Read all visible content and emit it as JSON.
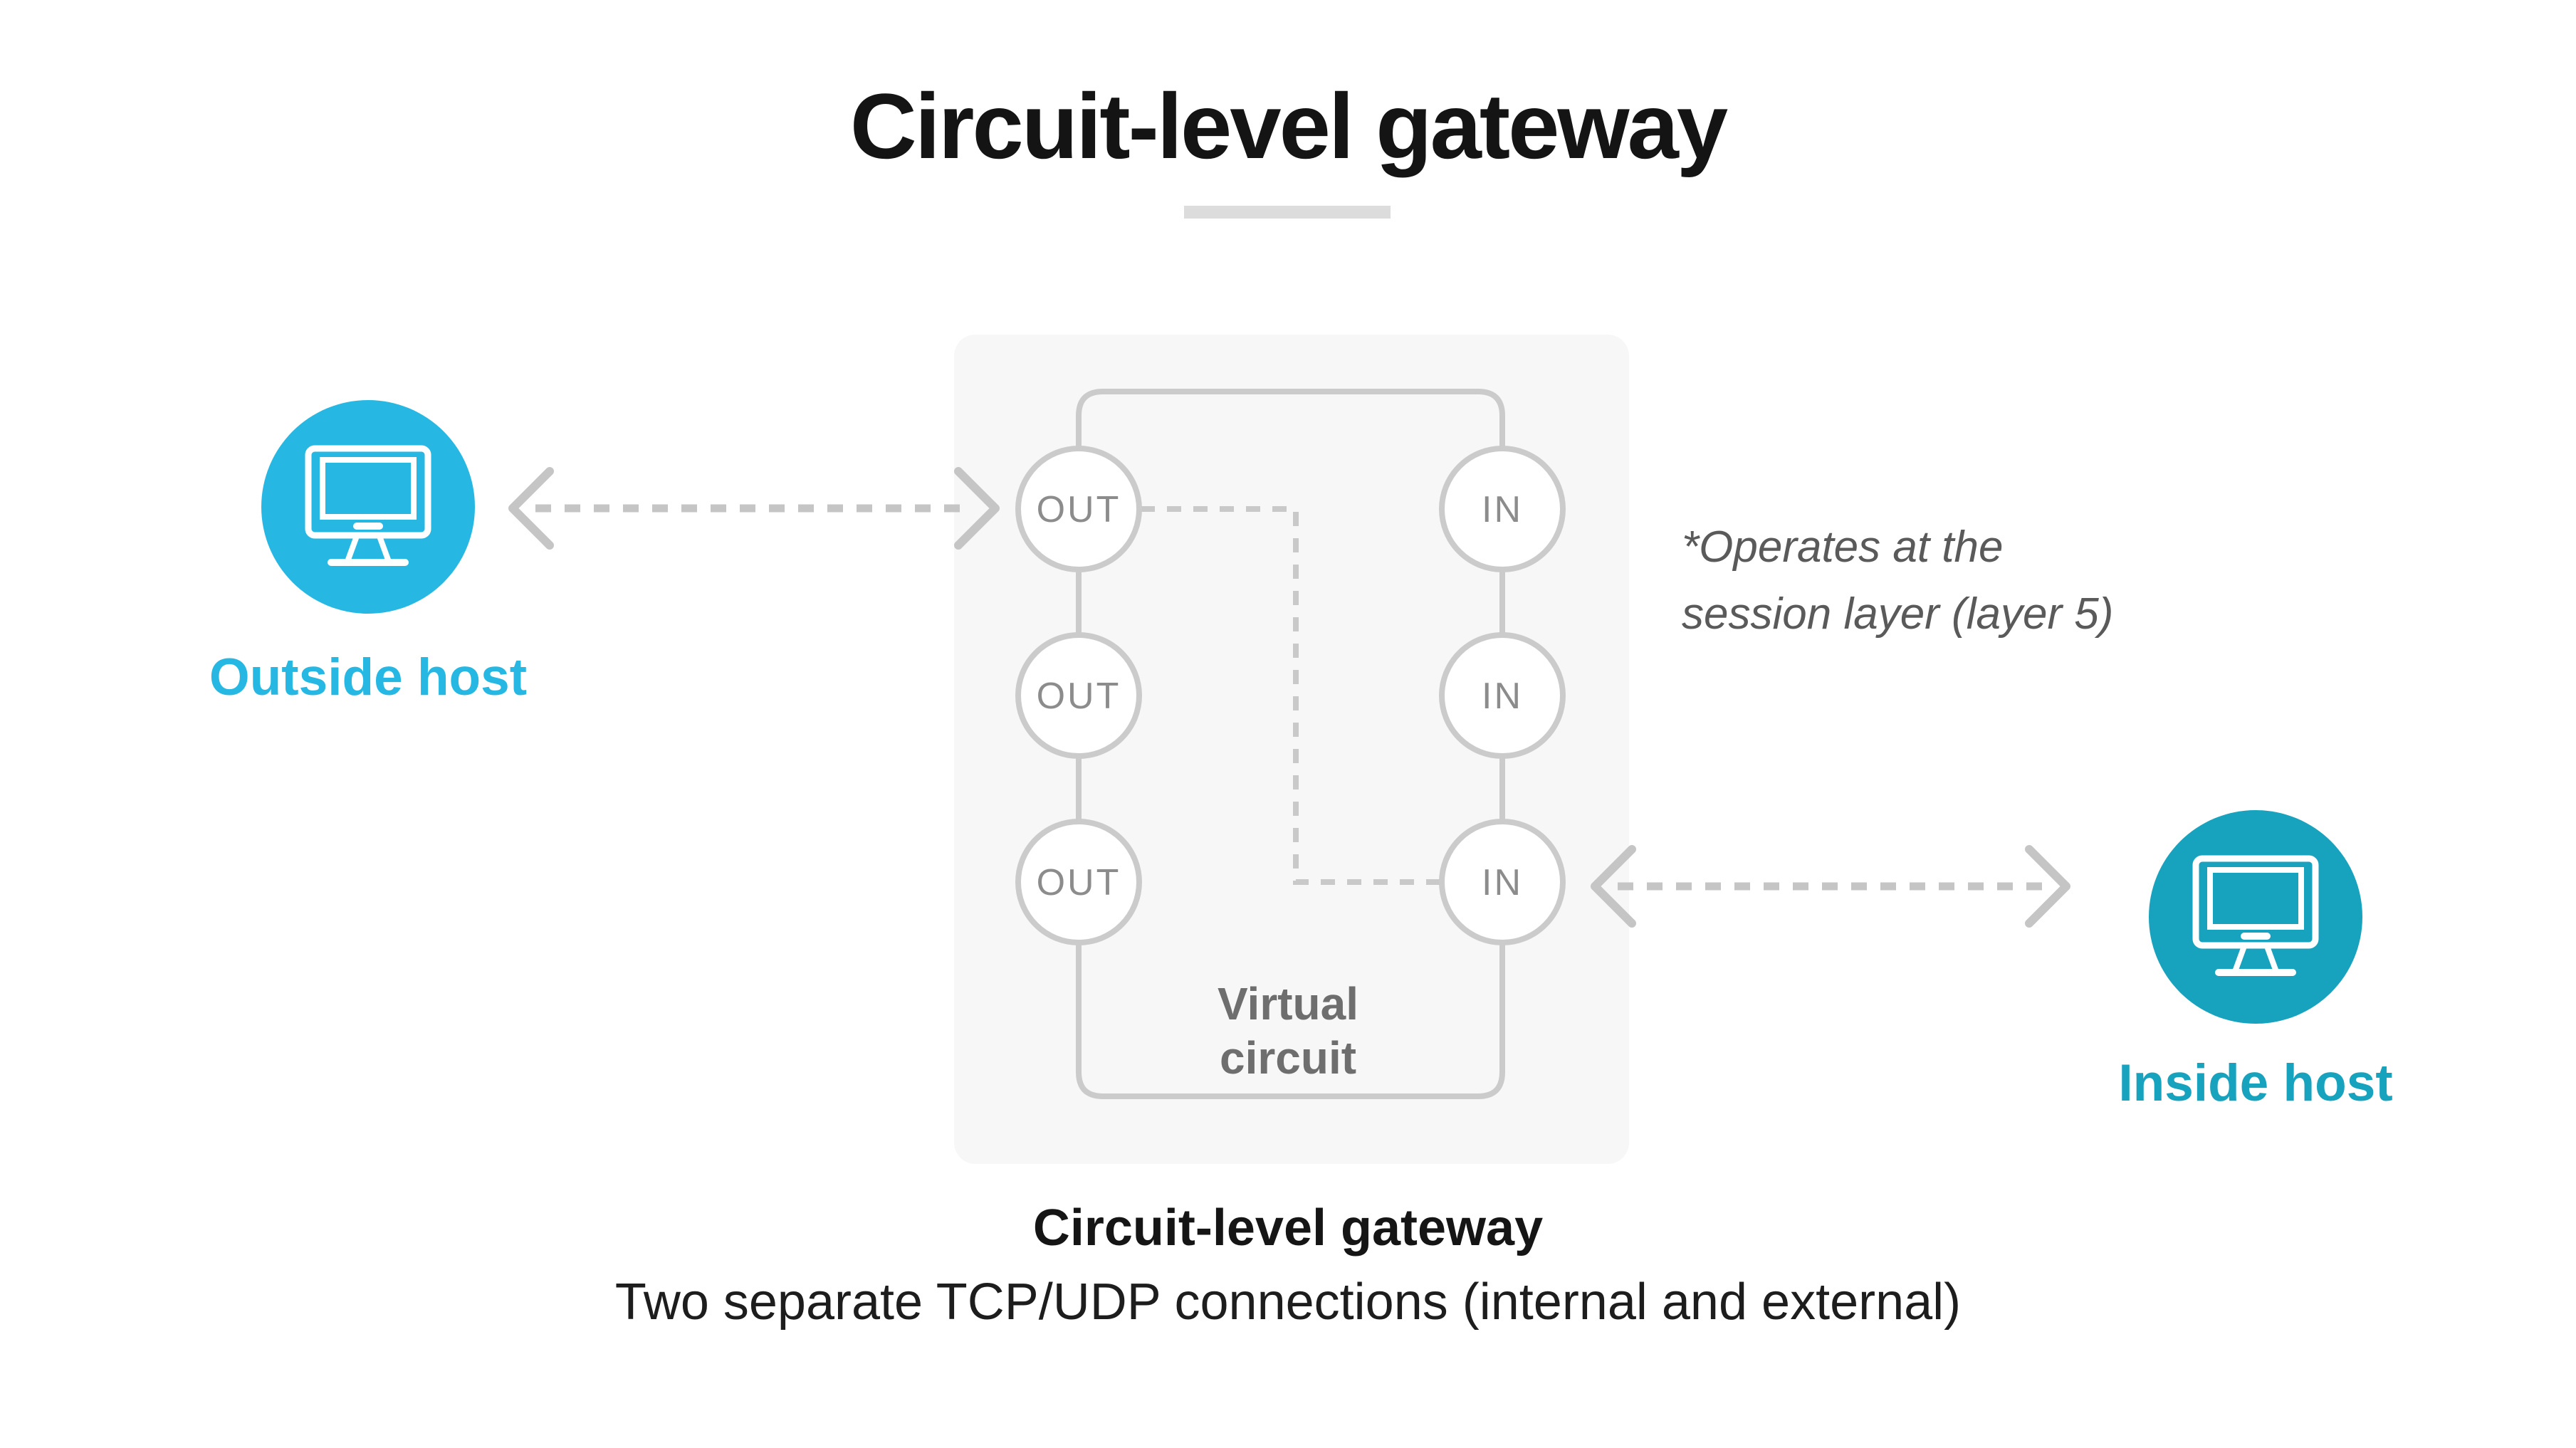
{
  "title": "Circuit-level gateway",
  "note": {
    "line1": "*Operates at the",
    "line2": "session layer (layer 5)"
  },
  "outside_host": {
    "label": "Outside host",
    "icon": "monitor-icon",
    "color": "#26b8e3"
  },
  "inside_host": {
    "label": "Inside host",
    "icon": "monitor-icon",
    "color": "#17a2be"
  },
  "gateway": {
    "out_label": "OUT",
    "in_label": "IN",
    "virtual_circuit": {
      "line1": "Virtual",
      "line2": "circuit"
    },
    "caption": "Circuit-level gateway",
    "subcaption": "Two separate TCP/UDP connections (internal and external)"
  },
  "colors": {
    "connector_gray": "#c9c9c9",
    "dash_gray": "#c5c5c5",
    "port_label_gray": "#8c8c8c",
    "virtual_circuit_gray": "#6e6e6e",
    "note_gray": "#5a5a5a",
    "box_background": "#f7f7f7",
    "divider_gray": "#dcdcdc",
    "text_black": "#151515"
  }
}
